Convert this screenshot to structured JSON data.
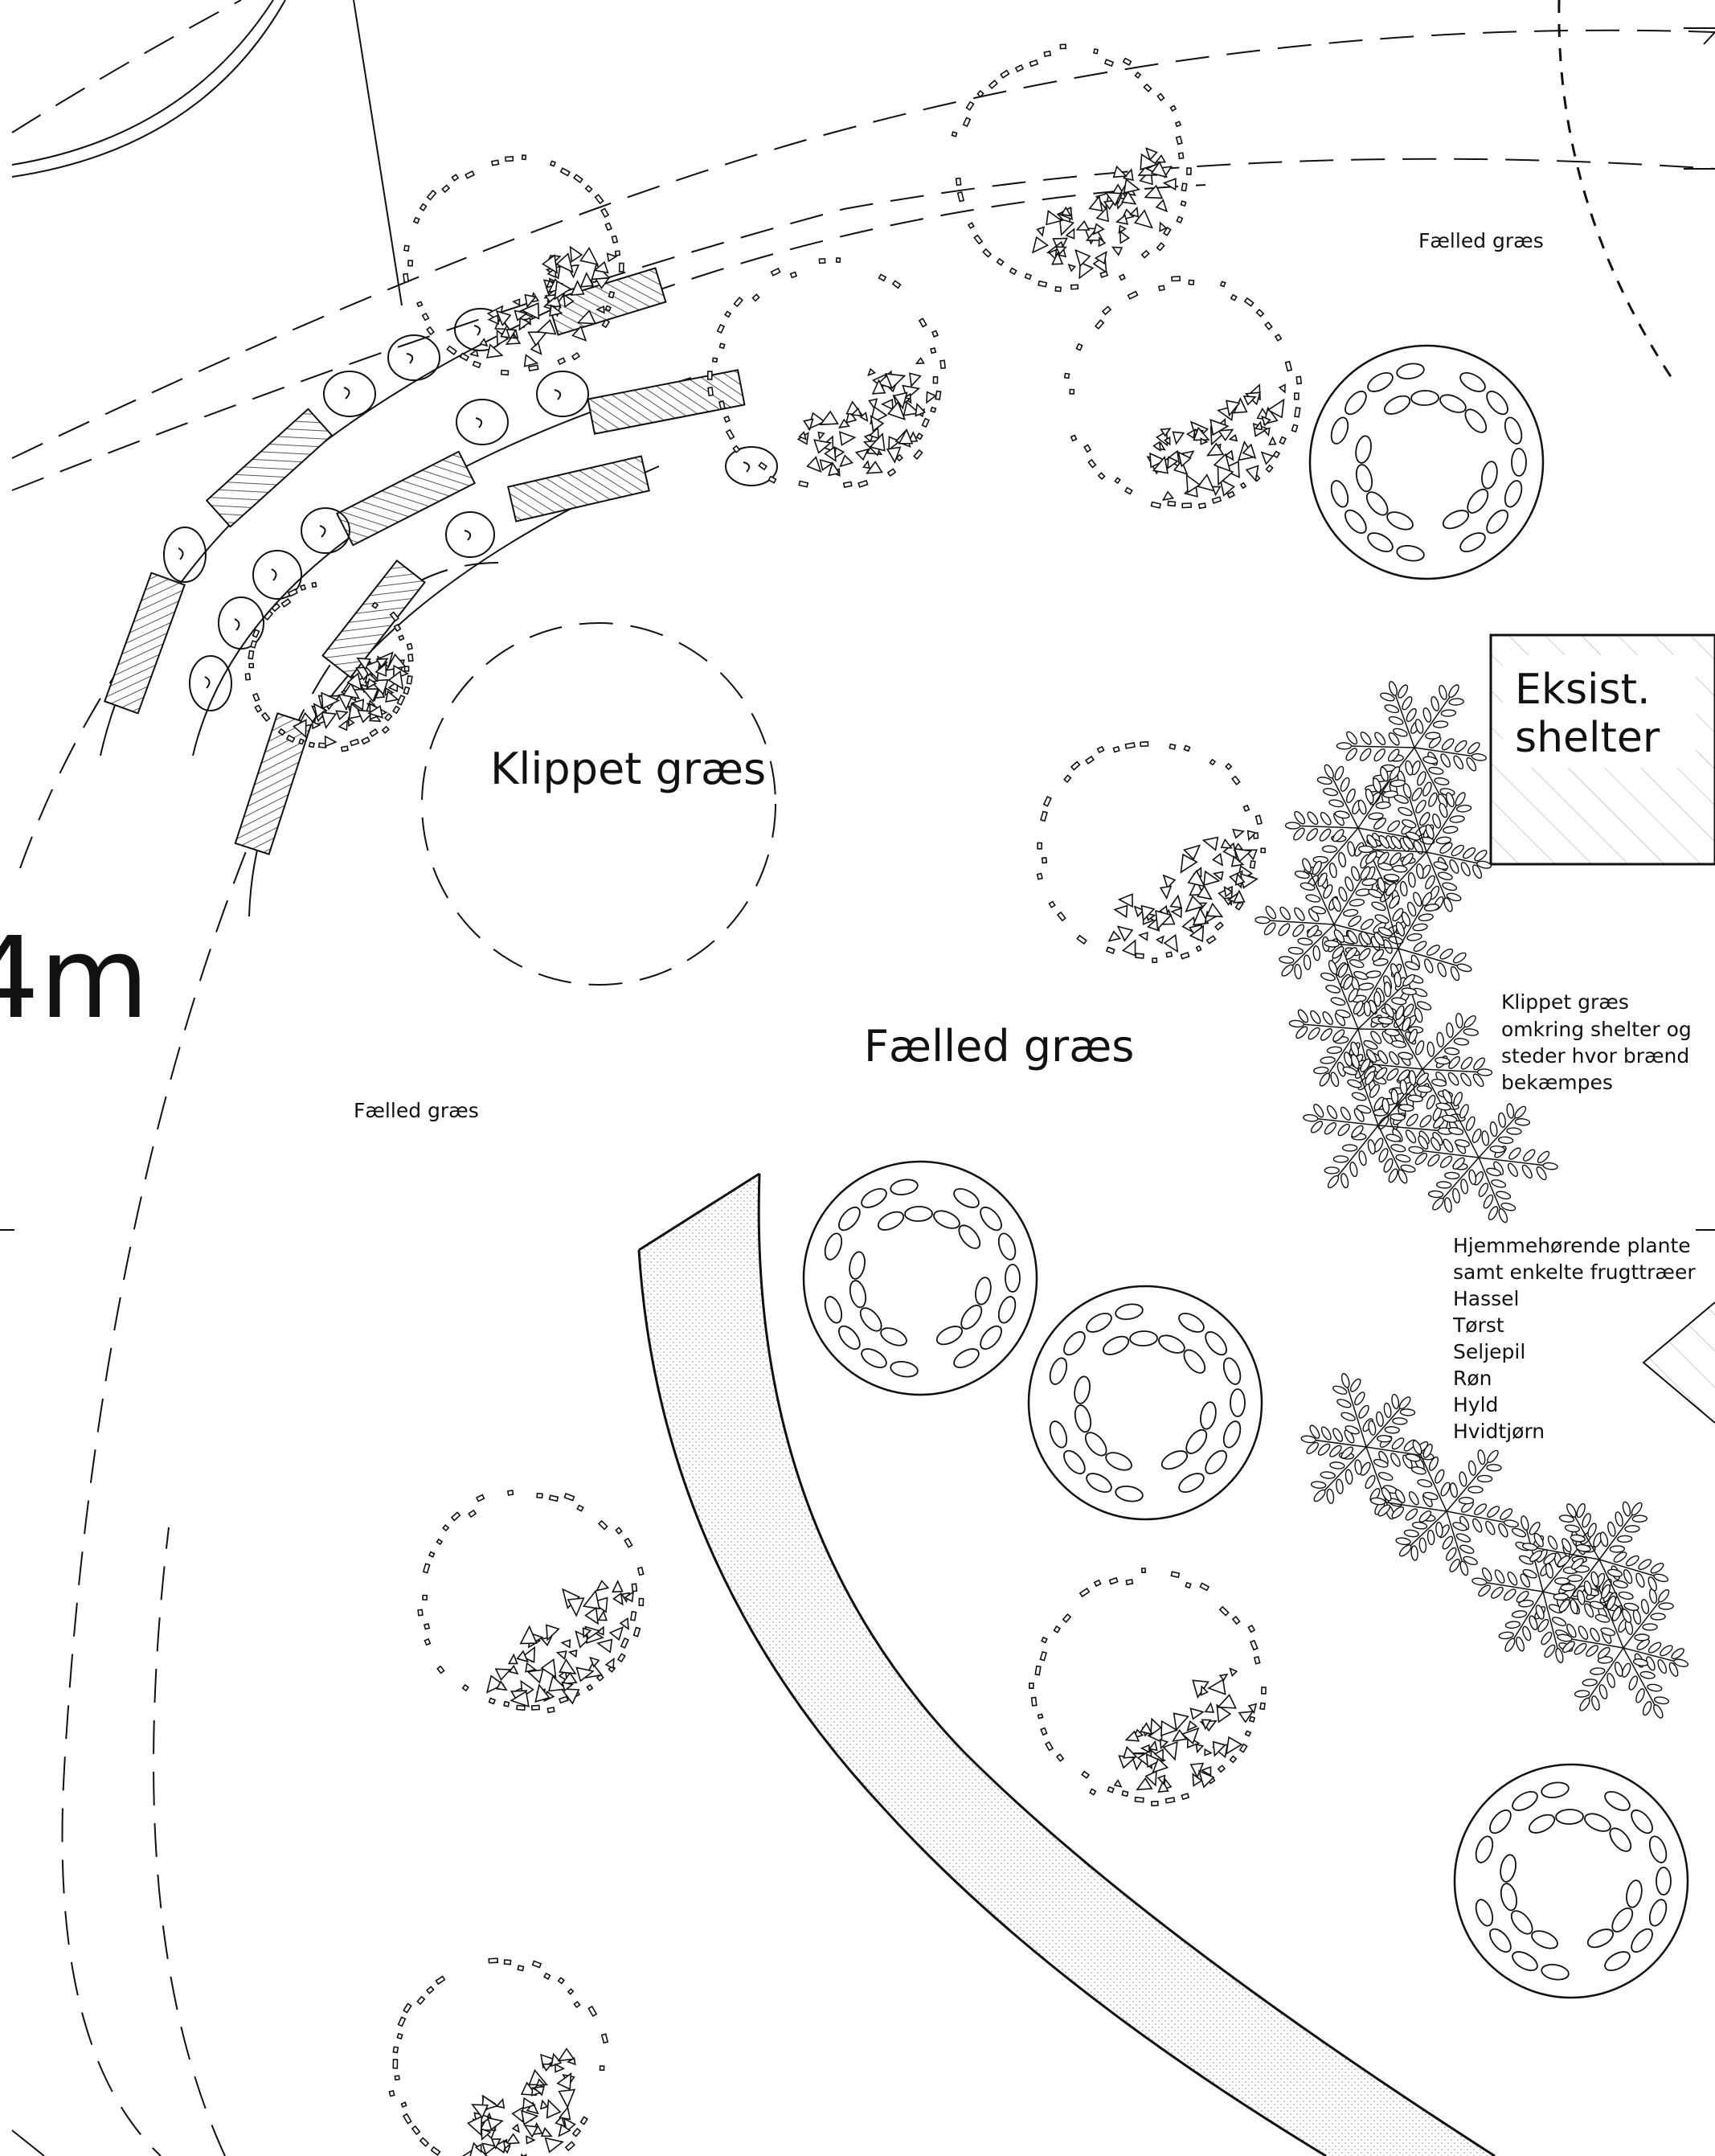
{
  "labels": {
    "klippet_graes": "Klippet græs",
    "faelled_graes_main": "Fælled græs",
    "faelled_graes_small_top": "Fælled græs",
    "faelled_graes_small_left": "Fælled græs",
    "scale_fragment": "4m",
    "shelter_line1": "Eksist.",
    "shelter_line2": "shelter",
    "note_klippet_line1": "Klippet græs",
    "note_klippet_line2": "omkring shelter og",
    "note_klippet_line3": "steder hvor brænd",
    "note_klippet_line4": "bekæmpes",
    "plants_line1": "Hjemmehørende plante",
    "plants_line2": "samt enkelte frugttræer",
    "plants_list": [
      "Hassel",
      "Tørst",
      "Seljepil",
      "Røn",
      "Hyld",
      "Hvidtjørn"
    ]
  },
  "colors": {
    "ink": "#111111",
    "paper": "#ffffff",
    "path_dots": "#9a9a9a",
    "bench_hatch": "#555555"
  },
  "symbols": {
    "shrub_canopy": "scattered-leaf-circle",
    "tree_canopy": "ring-of-leaves-circle",
    "hedge": "branching-leaf-cluster",
    "bench": "hatched-rectangle",
    "stump": "oval-with-stroke"
  }
}
